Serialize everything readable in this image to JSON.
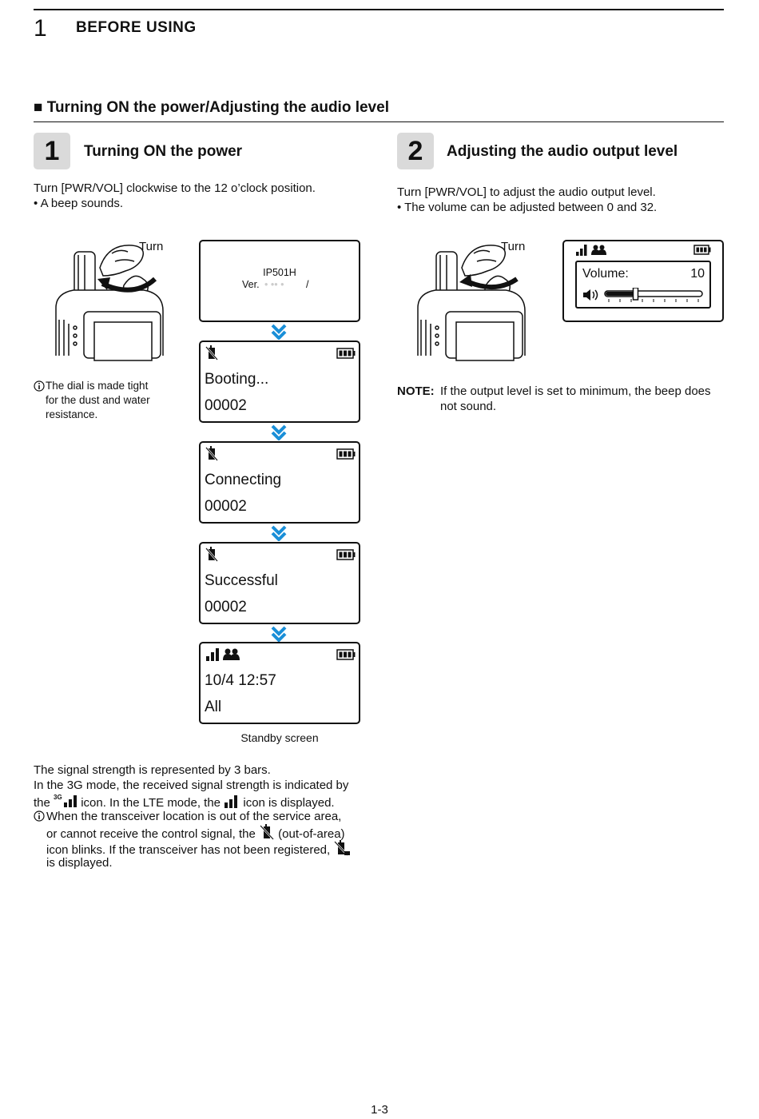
{
  "header": {
    "chapter_number": "1",
    "chapter_title": "BEFORE USING"
  },
  "section": {
    "title": "■ Turning ON the power/Adjusting the audio level"
  },
  "step1": {
    "number": "1",
    "title": "Turning ON the power",
    "instruction": "Turn [PWR/VOL] clockwise to the 12 o’clock position.",
    "bullet": "• A beep sounds.",
    "turn_label": "Turn",
    "info_note_lines": [
      "The dial is made tight",
      "for the dust and water",
      "resistance."
    ]
  },
  "screens": {
    "version_screen": {
      "model": "IP501H",
      "version_prefix": "Ver.",
      "version_suffix": "/"
    },
    "booting": {
      "line1": "Booting...",
      "line2": "00002"
    },
    "connecting": {
      "line1": "Connecting",
      "line2": "00002"
    },
    "successful": {
      "line1": "Successful",
      "line2": "00002"
    },
    "standby": {
      "line1": "10/4  12:57",
      "line2": "All",
      "caption": "Standby screen"
    }
  },
  "step2": {
    "number": "2",
    "title": "Adjusting the audio output level",
    "instruction": "Turn [PWR/VOL] to adjust the audio output level.",
    "bullet": "• The volume can be adjusted between 0 and 32.",
    "turn_label": "Turn",
    "volume_label": "Volume:",
    "volume_value": "10",
    "volume_level_fraction": 0.3125,
    "note_label": "NOTE:",
    "note_text_line1": "If the output level is set to minimum, the beep does",
    "note_text_line2": "not sound."
  },
  "signal_info": {
    "line1": "The signal strength is represented by 3 bars.",
    "line2": "In the 3G mode, the received signal strength is indicated by",
    "line3_a": "the",
    "line3_b": "icon. In the LTE mode, the",
    "line3_c": "icon is displayed.",
    "line4": "When the transceiver location is out of the service area,",
    "line5_a": "or cannot receive the control signal, the",
    "line5_b": "(out-of-area)",
    "line6": "icon blinks. If the transceiver has not been registered,",
    "line7": "is displayed."
  },
  "footer": {
    "page_number": "1-3"
  },
  "colors": {
    "arrow": "#1a8fd8",
    "badge": "#dadada"
  }
}
